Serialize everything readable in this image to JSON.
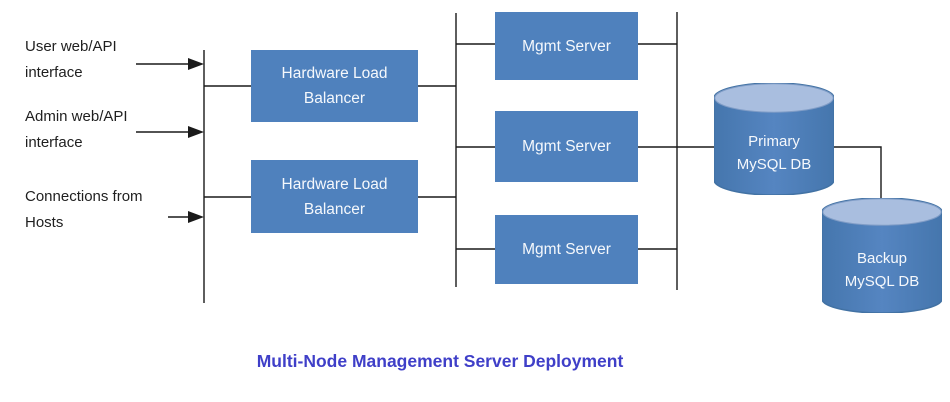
{
  "diagram": {
    "title": "Multi-Node Management Server Deployment",
    "inputs": [
      {
        "label": "User web/API interface"
      },
      {
        "label": "Admin web/API interface"
      },
      {
        "label": "Connections from Hosts"
      }
    ],
    "load_balancers": [
      {
        "label": "Hardware Load Balancer"
      },
      {
        "label": "Hardware Load Balancer"
      }
    ],
    "mgmt_servers": [
      {
        "label": "Mgmt Server"
      },
      {
        "label": "Mgmt Server"
      },
      {
        "label": "Mgmt Server"
      }
    ],
    "databases": [
      {
        "name": "Primary",
        "type": "MySQL DB"
      },
      {
        "name": "Backup",
        "type": "MySQL DB"
      }
    ],
    "colors": {
      "node_fill": "#4f81bd",
      "cylinder_top": "#a9bedf",
      "cylinder_edge": "#4272a4",
      "node_text": "#f5f8fc",
      "connector": "#1a1a1a",
      "title_text": "#3f3fc8",
      "label_text": "#1f1f1f"
    }
  }
}
